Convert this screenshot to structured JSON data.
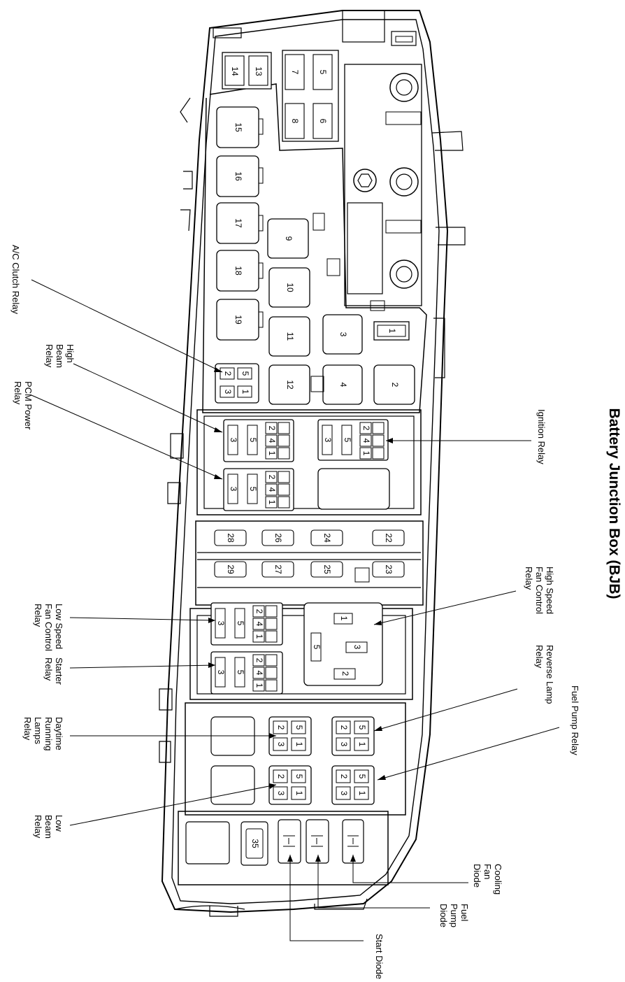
{
  "title": "Battery Junction Box (BJB)",
  "labels": {
    "ac_clutch_relay": "A/C Clutch Relay",
    "high_beam_relay": [
      "High",
      "Beam",
      "Relay"
    ],
    "pcm_power_relay": [
      "PCM Power",
      "Relay"
    ],
    "ignition_relay": "Ignition Relay",
    "high_speed_fan_relay": [
      "High Speed",
      "Fan Control",
      "Relay"
    ],
    "low_speed_fan_relay": [
      "Low Speed",
      "Fan Control",
      "Relay"
    ],
    "starter_relay": [
      "Starter",
      "Relay"
    ],
    "reverse_lamp_relay": [
      "Reverse Lamp",
      "Relay"
    ],
    "fuel_pump_relay": "Fuel Pump Relay",
    "drl_relay": [
      "Daytime",
      "Running",
      "Lamps",
      "Relay"
    ],
    "low_beam_relay": [
      "Low",
      "Beam",
      "Relay"
    ],
    "cooling_fan_diode": [
      "Cooling",
      "Fan",
      "Diode"
    ],
    "fuel_pump_diode": [
      "Fuel",
      "Pump",
      "Diode"
    ],
    "start_diode": "Start Diode"
  },
  "fuses": {
    "top_minis": [
      "14",
      "13",
      "7",
      "5",
      "8",
      "6"
    ],
    "cartridges": [
      "15",
      "16",
      "17",
      "18",
      "19"
    ],
    "large": [
      "9",
      "10",
      "11",
      "12",
      "3",
      "4",
      "2",
      "1"
    ],
    "row_upper": [
      "28",
      "26",
      "24",
      "22"
    ],
    "row_lower": [
      "29",
      "27",
      "25",
      "23"
    ],
    "bottom": "35"
  },
  "pins": {
    "p1": "1",
    "p2": "2",
    "p3": "3",
    "p4": "4",
    "p5": "5"
  }
}
